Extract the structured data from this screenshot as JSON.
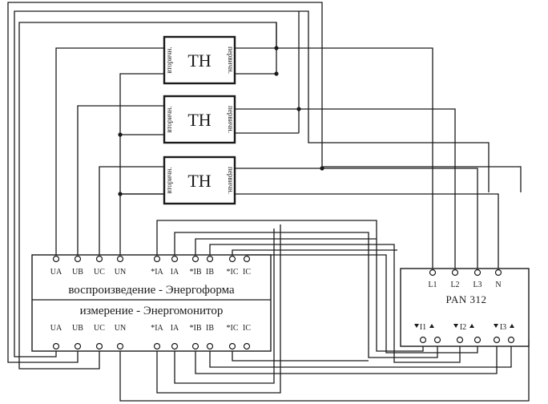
{
  "transformers": {
    "label": "TH",
    "left_side_label": "вторичн.",
    "right_side_label": "первичн."
  },
  "device": {
    "top_title": "воспроизведение - Энергоформа",
    "bottom_title": "измерение - Энергомонитор",
    "top_terminals": [
      "UA",
      "UB",
      "UC",
      "UN",
      "*IA",
      "IA",
      "*IB",
      "IB",
      "*IC",
      "IC"
    ],
    "bottom_terminals": [
      "UA",
      "UB",
      "UC",
      "UN",
      "*IA",
      "IA",
      "*IB",
      "IB",
      "*IC",
      "IC"
    ]
  },
  "pan": {
    "title": "PAN 312",
    "inputs": [
      "L1",
      "L2",
      "L3",
      "N"
    ],
    "currents": [
      "I1",
      "I2",
      "I3"
    ]
  }
}
